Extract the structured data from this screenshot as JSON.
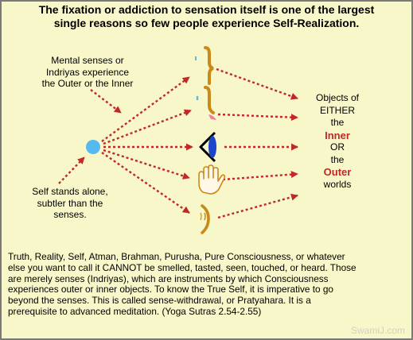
{
  "title": {
    "line1": "The fixation or addiction to sensation itself is one of the largest",
    "line2": "single reasons so few people experience Self-Realization."
  },
  "mental_senses_label": {
    "line1": "Mental senses or",
    "line2": "Indriyas experience",
    "line3": "the Outer or the Inner"
  },
  "self_label": {
    "line1": "Self stands alone,",
    "line2": "subtler than the",
    "line3": "senses."
  },
  "objects_label": {
    "line1": "Objects of",
    "line2": "EITHER",
    "line3": "the",
    "inner": "Inner",
    "line5": "OR",
    "line6": "the",
    "outer": "Outer",
    "line8": "worlds"
  },
  "body_text": {
    "line1": "Truth, Reality, Self, Atman, Brahman, Purusha, Pure Consciousness, or whatever",
    "line2": "else you want to call it CANNOT be smelled, tasted, seen, touched, or heard. Those",
    "line3": "are merely senses (Indriyas), which are instruments by which Consciousness",
    "line4": "experiences outer or inner objects. To know the True Self, it is imperative to go",
    "line5": "beyond the senses. This is called sense-withdrawal, or Pratyahara. It is a",
    "line6": "prerequisite to advanced meditation. (Yoga Sutras 2.54-2.55)"
  },
  "watermark": "SwamiJ.com",
  "colors": {
    "background": "#f7f7c9",
    "border": "#7a7a7a",
    "arrow": "#c0282c",
    "self_circle": "#55bbee",
    "sense_organs": "#c98a1a",
    "eye_iris": "#1d45c8",
    "tongue": "#f07aa0",
    "emphasis": "#c0282c"
  },
  "icons": [
    "nose-icon",
    "mouth-icon",
    "eye-icon",
    "hand-icon",
    "ear-icon",
    "self-circle"
  ]
}
